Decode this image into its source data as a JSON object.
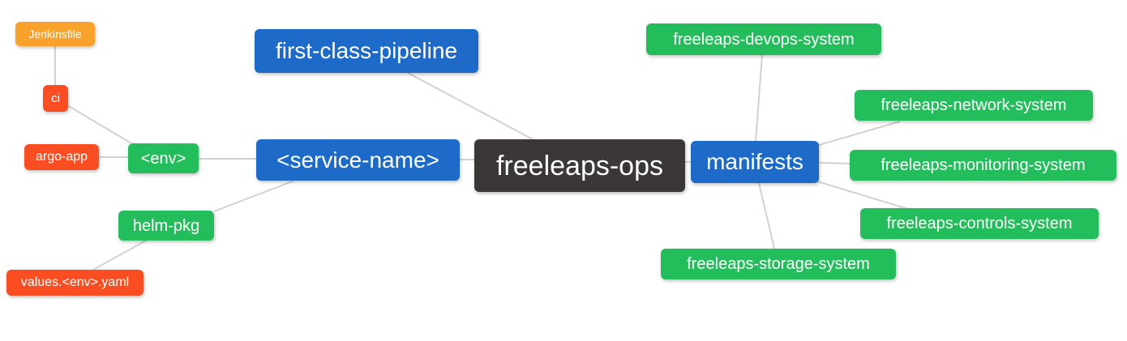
{
  "diagram": {
    "type": "mindmap",
    "root_label": "freeleaps-ops"
  },
  "colors": {
    "orange": "#F9A22B",
    "red": "#FA4E22",
    "green": "#23BE5B",
    "blue": "#1D6AC8",
    "dark": "#3B3736",
    "edge": "#D2D2D2",
    "text": "#FFFFFF",
    "background": "#FFFFFF"
  },
  "nodes": [
    {
      "id": "jenkinsfile",
      "label": "Jenkinsfile",
      "color_role": "orange"
    },
    {
      "id": "ci",
      "label": "ci",
      "color_role": "red"
    },
    {
      "id": "argo-app",
      "label": "argo-app",
      "color_role": "red"
    },
    {
      "id": "env",
      "label": "<env>",
      "color_role": "green"
    },
    {
      "id": "helm-pkg",
      "label": "helm-pkg",
      "color_role": "green"
    },
    {
      "id": "values-env-yaml",
      "label": "values.<env>.yaml",
      "color_role": "red"
    },
    {
      "id": "first-class-pipeline",
      "label": "first-class-pipeline",
      "color_role": "blue"
    },
    {
      "id": "service-name",
      "label": "<service-name>",
      "color_role": "blue"
    },
    {
      "id": "freeleaps-ops",
      "label": "freeleaps-ops",
      "color_role": "dark"
    },
    {
      "id": "manifests",
      "label": "manifests",
      "color_role": "blue"
    },
    {
      "id": "freeleaps-devops-system",
      "label": "freeleaps-devops-system",
      "color_role": "green"
    },
    {
      "id": "freeleaps-network-system",
      "label": "freeleaps-network-system",
      "color_role": "green"
    },
    {
      "id": "freeleaps-monitoring-system",
      "label": "freeleaps-monitoring-system",
      "color_role": "green"
    },
    {
      "id": "freeleaps-controls-system",
      "label": "freeleaps-controls-system",
      "color_role": "green"
    },
    {
      "id": "freeleaps-storage-system",
      "label": "freeleaps-storage-system",
      "color_role": "green"
    }
  ],
  "edges": [
    {
      "from": "jenkinsfile",
      "to": "ci"
    },
    {
      "from": "ci",
      "to": "env"
    },
    {
      "from": "argo-app",
      "to": "env"
    },
    {
      "from": "env",
      "to": "service-name"
    },
    {
      "from": "values-env-yaml",
      "to": "helm-pkg"
    },
    {
      "from": "helm-pkg",
      "to": "service-name"
    },
    {
      "from": "first-class-pipeline",
      "to": "freeleaps-ops"
    },
    {
      "from": "service-name",
      "to": "freeleaps-ops"
    },
    {
      "from": "freeleaps-ops",
      "to": "manifests"
    },
    {
      "from": "manifests",
      "to": "freeleaps-devops-system"
    },
    {
      "from": "manifests",
      "to": "freeleaps-network-system"
    },
    {
      "from": "manifests",
      "to": "freeleaps-monitoring-system"
    },
    {
      "from": "manifests",
      "to": "freeleaps-controls-system"
    },
    {
      "from": "manifests",
      "to": "freeleaps-storage-system"
    }
  ]
}
